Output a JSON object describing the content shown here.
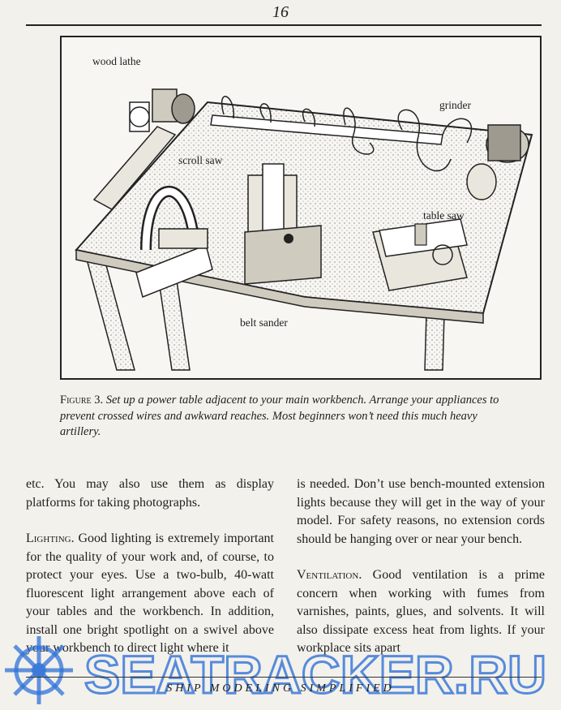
{
  "page": {
    "number": "16",
    "footer": "SHIP MODELING SIMPLIFIED"
  },
  "figure": {
    "labels": {
      "wood_lathe": "wood lathe",
      "grinder": "grinder",
      "scroll_saw": "scroll saw",
      "table_saw": "table saw",
      "belt_sander": "belt sander"
    },
    "caption_label": "Figure 3.",
    "caption_text": "Set up a power table adjacent to your main workbench. Arrange your appliances to prevent crossed wires and awkward reaches. Most beginners won’t need this much heavy artillery."
  },
  "left_column": {
    "p1": "etc. You may also use them as display platforms for taking photographs.",
    "p2_runin": "Lighting.",
    "p2": "Good lighting is extremely important for the quality of your work and, of course, to protect your eyes. Use a two-bulb, 40-watt fluorescent light arrangement above each of your tables and the workbench. In addition, install one bright spotlight on a swivel above your workbench to direct light where it"
  },
  "right_column": {
    "p1": "is needed. Don’t use bench-mounted extension lights because they will get in the way of your model. For safety reasons, no extension cords should be hanging over or near your bench.",
    "p2_runin": "Ventilation.",
    "p2": "Good ventilation is a prime concern when working with fumes from varnishes, paints, glues, and solvents. It will also dissipate excess heat from lights. If your workplace sits apart"
  },
  "watermark": {
    "text": "SEATRACKER.RU",
    "color": "#2f72d8"
  }
}
